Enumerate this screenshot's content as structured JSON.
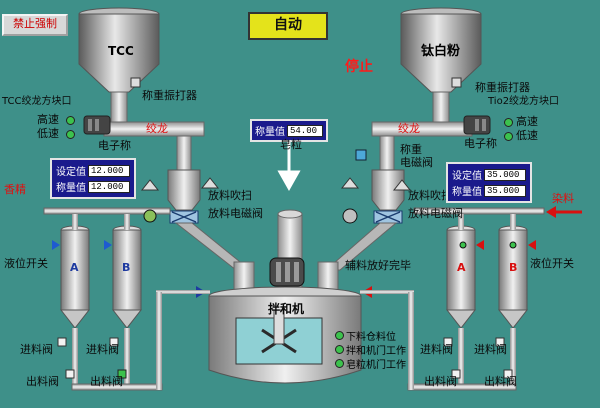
{
  "mode": {
    "force_label": "禁止强制",
    "auto_label": "自动",
    "stop_label": "停止"
  },
  "hoppers": {
    "left": "TCC",
    "right": "钛白粉"
  },
  "left": {
    "screw_label": "TCC绞龙方块口",
    "vibrator": "称重振打器",
    "high": "高速",
    "low": "低速",
    "auger": "绞龙",
    "scale": "电子称",
    "set_label": "设定值",
    "set_value": "12.000",
    "weigh_label": "称量值",
    "weigh_value": "12.000",
    "additive": "香精",
    "blow": "放料吹扫",
    "valve": "放料电磁阀"
  },
  "right": {
    "screw_label": "Tio2绞龙方块口",
    "vibrator": "称重振打器",
    "high": "高速",
    "low": "低速",
    "auger": "绞龙",
    "scale": "电子称",
    "solenoid": "称重",
    "solenoid2": "电磁阀",
    "set_label": "设定值",
    "set_value": "35.000",
    "weigh_label": "称量值",
    "weigh_value": "35.000",
    "dye": "染料",
    "blow": "放料吹扫",
    "valve": "放料电磁阀",
    "aux_done": "辅料放好完毕"
  },
  "center": {
    "weigh_label": "称量值",
    "weigh_value": "54.00",
    "skin": "皂粒",
    "mixer": "拌和机"
  },
  "tanks": {
    "left": {
      "a": "A",
      "b": "B",
      "level": "液位开关",
      "feed1": "进料阀",
      "feed2": "进料阀",
      "out1": "出料阀",
      "out2": "出料阀"
    },
    "right": {
      "a": "A",
      "b": "B",
      "level": "液位开关",
      "feed1": "进料阀",
      "feed2": "进料阀",
      "out1": "出料阀",
      "out2": "出料阀"
    }
  },
  "status": [
    "下料仓料位",
    "拌和机门工作",
    "皂粒机门工作"
  ],
  "colors": {
    "bg": "#3e9089",
    "pipe": "#c9c9c9",
    "hopper": "#9c9c9c",
    "warn": "#e01010",
    "auto": "#e4e31b",
    "valbox": "#1a1a8c"
  }
}
